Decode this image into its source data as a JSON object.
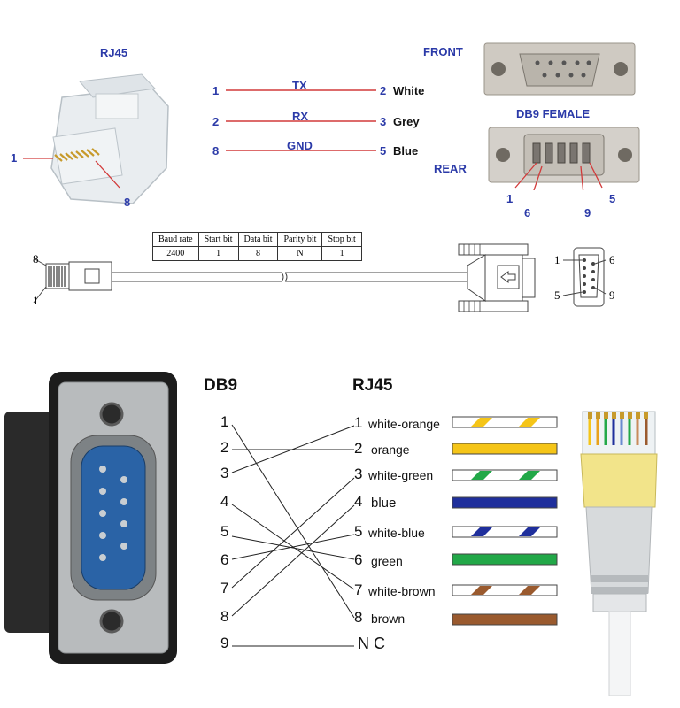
{
  "top": {
    "rj45_title": "RJ45",
    "rj45_pin_first": "1",
    "rj45_pin_last": "8",
    "front_label": "FRONT",
    "db9_title": "DB9 FEMALE",
    "rear_label": "REAR",
    "rear_pins": [
      "1",
      "6",
      "9",
      "5"
    ],
    "signals": [
      {
        "from": "1",
        "name": "TX",
        "to": "2",
        "color": "White"
      },
      {
        "from": "2",
        "name": "RX",
        "to": "3",
        "color": "Grey"
      },
      {
        "from": "8",
        "name": "GND",
        "to": "5",
        "color": "Blue"
      }
    ],
    "line_color": "#d23a3a"
  },
  "middle": {
    "headers": [
      "Baud rate",
      "Start bit",
      "Data bit",
      "Parity bit",
      "Stop bit"
    ],
    "values": [
      "2400",
      "1",
      "8",
      "N",
      "1"
    ],
    "left_pins": [
      "8",
      "1"
    ],
    "right_pins": [
      "1",
      "6",
      "5",
      "9"
    ]
  },
  "bottom": {
    "db9_header": "DB9",
    "rj45_header": "RJ45",
    "db9_pins": [
      "1",
      "2",
      "3",
      "4",
      "5",
      "6",
      "7",
      "8",
      "9"
    ],
    "rj45_pins": [
      {
        "num": "1",
        "name": "white-orange",
        "color": "#f5c518",
        "striped": true
      },
      {
        "num": "2",
        "name": "orange",
        "color": "#f5c518",
        "striped": false
      },
      {
        "num": "3",
        "name": "white-green",
        "color": "#22a848",
        "striped": true
      },
      {
        "num": "4",
        "name": "blue",
        "color": "#1f2f9c",
        "striped": false
      },
      {
        "num": "5",
        "name": "white-blue",
        "color": "#1f2f9c",
        "striped": true
      },
      {
        "num": "6",
        "name": "green",
        "color": "#22a848",
        "striped": false
      },
      {
        "num": "7",
        "name": "white-brown",
        "color": "#9a5a2e",
        "striped": true
      },
      {
        "num": "8",
        "name": "brown",
        "color": "#9a5a2e",
        "striped": false
      }
    ],
    "nc_label": "N C",
    "connections": [
      [
        "1",
        "8"
      ],
      [
        "2",
        "2"
      ],
      [
        "3",
        "1"
      ],
      [
        "4",
        "7"
      ],
      [
        "5",
        "6"
      ],
      [
        "6",
        "5"
      ],
      [
        "7",
        "3"
      ],
      [
        "8",
        "4"
      ],
      [
        "9",
        "NC"
      ]
    ]
  }
}
